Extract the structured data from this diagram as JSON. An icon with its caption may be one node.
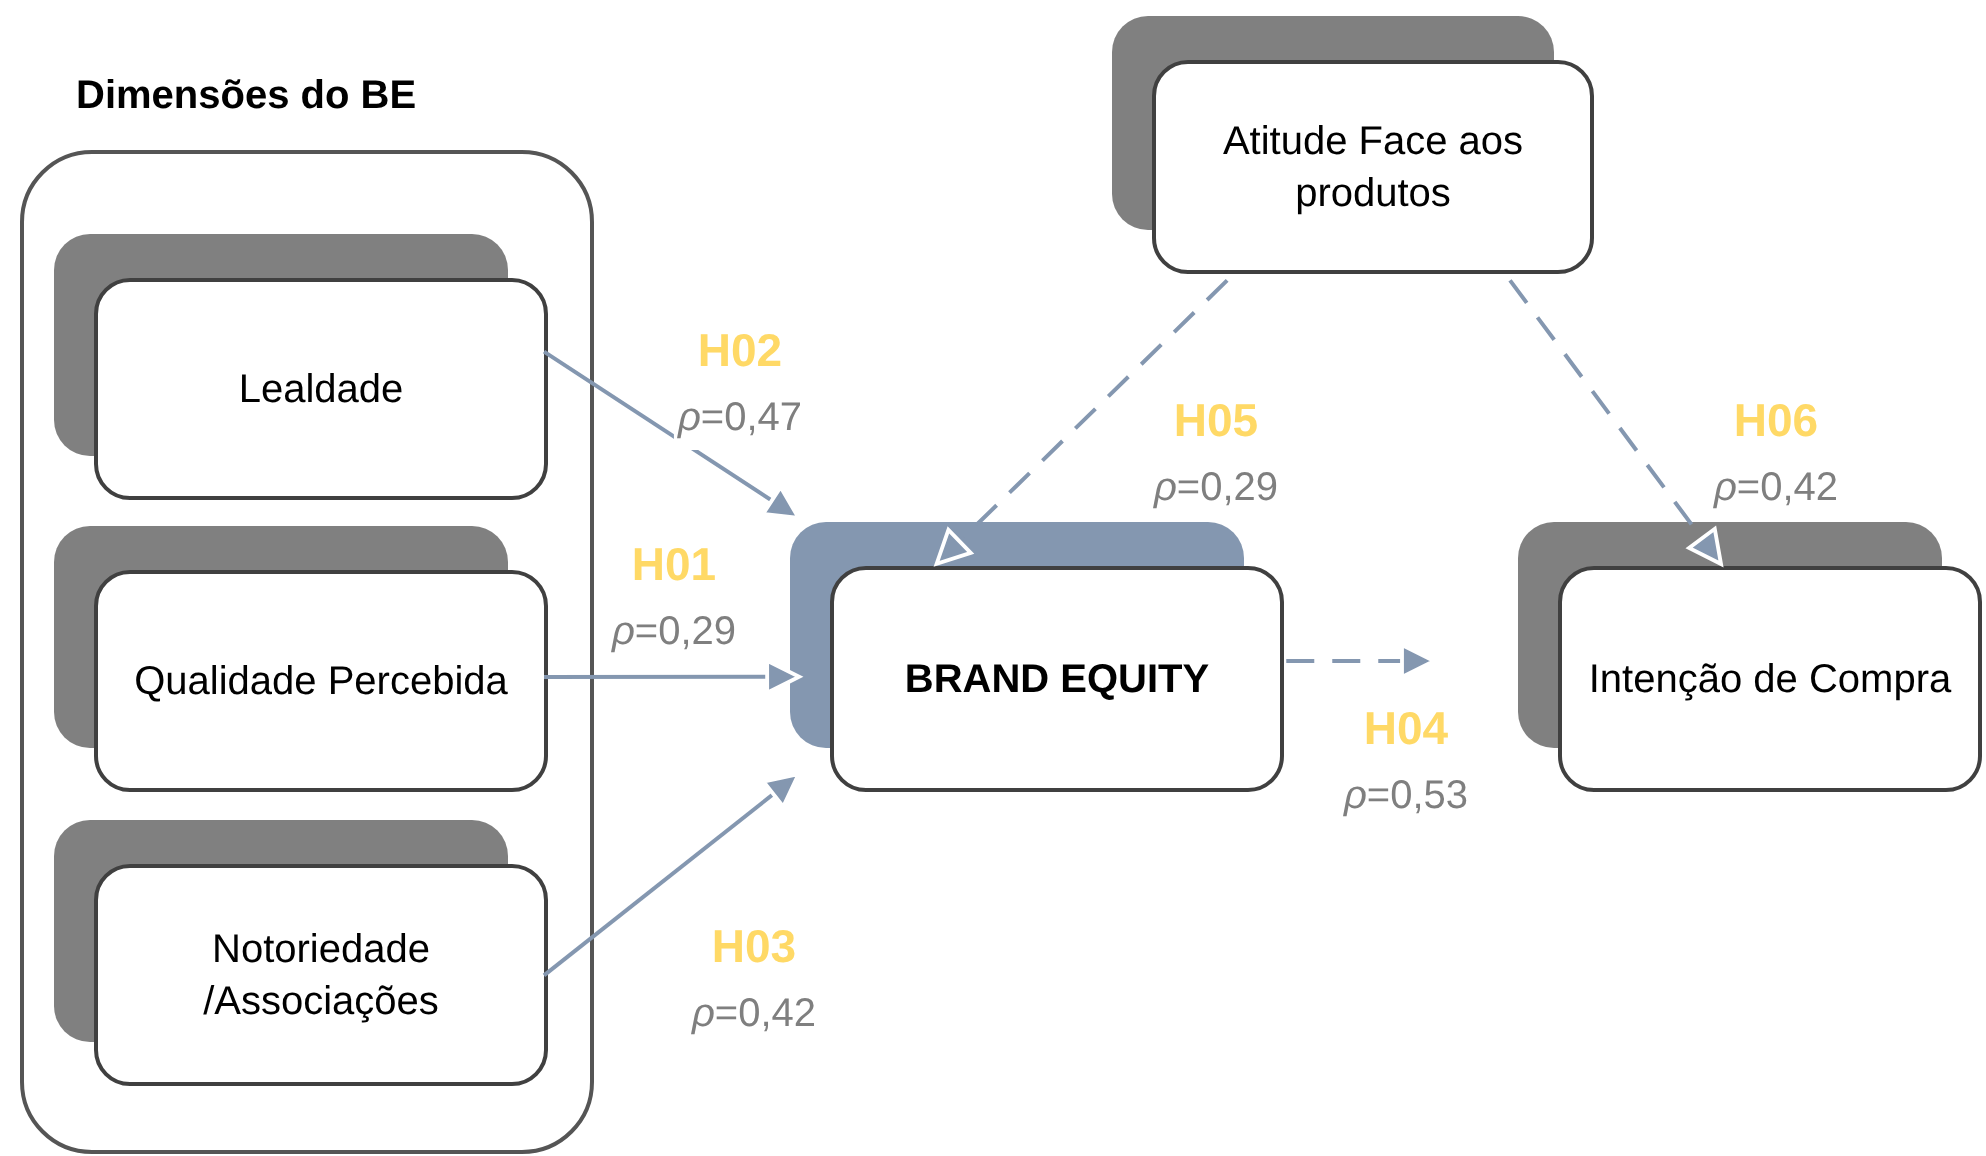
{
  "diagram": {
    "nodes": [
      {
        "text": [
          "Dimensões do BE"
        ]
      },
      {
        "text": [
          "Lealdade"
        ],
        "in": 0
      },
      {
        "text": [
          "Qualidade Percebida"
        ],
        "in": 0
      },
      {
        "text": [
          "Notoriedade /Associações"
        ],
        "in": 0
      },
      {
        "text": [
          "Atitude Face aos produtos"
        ]
      },
      {
        "text": [
          "BRAND EQUITY"
        ]
      },
      {
        "text": [
          "Intenção de Compra"
        ]
      }
    ],
    "edges": [
      {
        "from": 1,
        "to": 5,
        "arrow": "to",
        "label": "H02 *ρ*=0,47"
      },
      {
        "from": 2,
        "to": 5,
        "arrow": "to",
        "label": "H01 *ρ*=0,29"
      },
      {
        "from": 3,
        "to": 5,
        "arrow": "to",
        "label": "H03 *ρ*=0,42"
      },
      {
        "from": 5,
        "to": 6,
        "arrow": "to",
        "style": "dashed",
        "label": "H04 *ρ*=0,53"
      },
      {
        "from": 4,
        "to": 5,
        "arrow": "to",
        "style": "dashed",
        "label": "H05 *ρ*=0,29"
      },
      {
        "from": 4,
        "to": 6,
        "arrow": "to",
        "style": "dashed",
        "label": "H06 *ρ*=0,42"
      }
    ]
  }
}
